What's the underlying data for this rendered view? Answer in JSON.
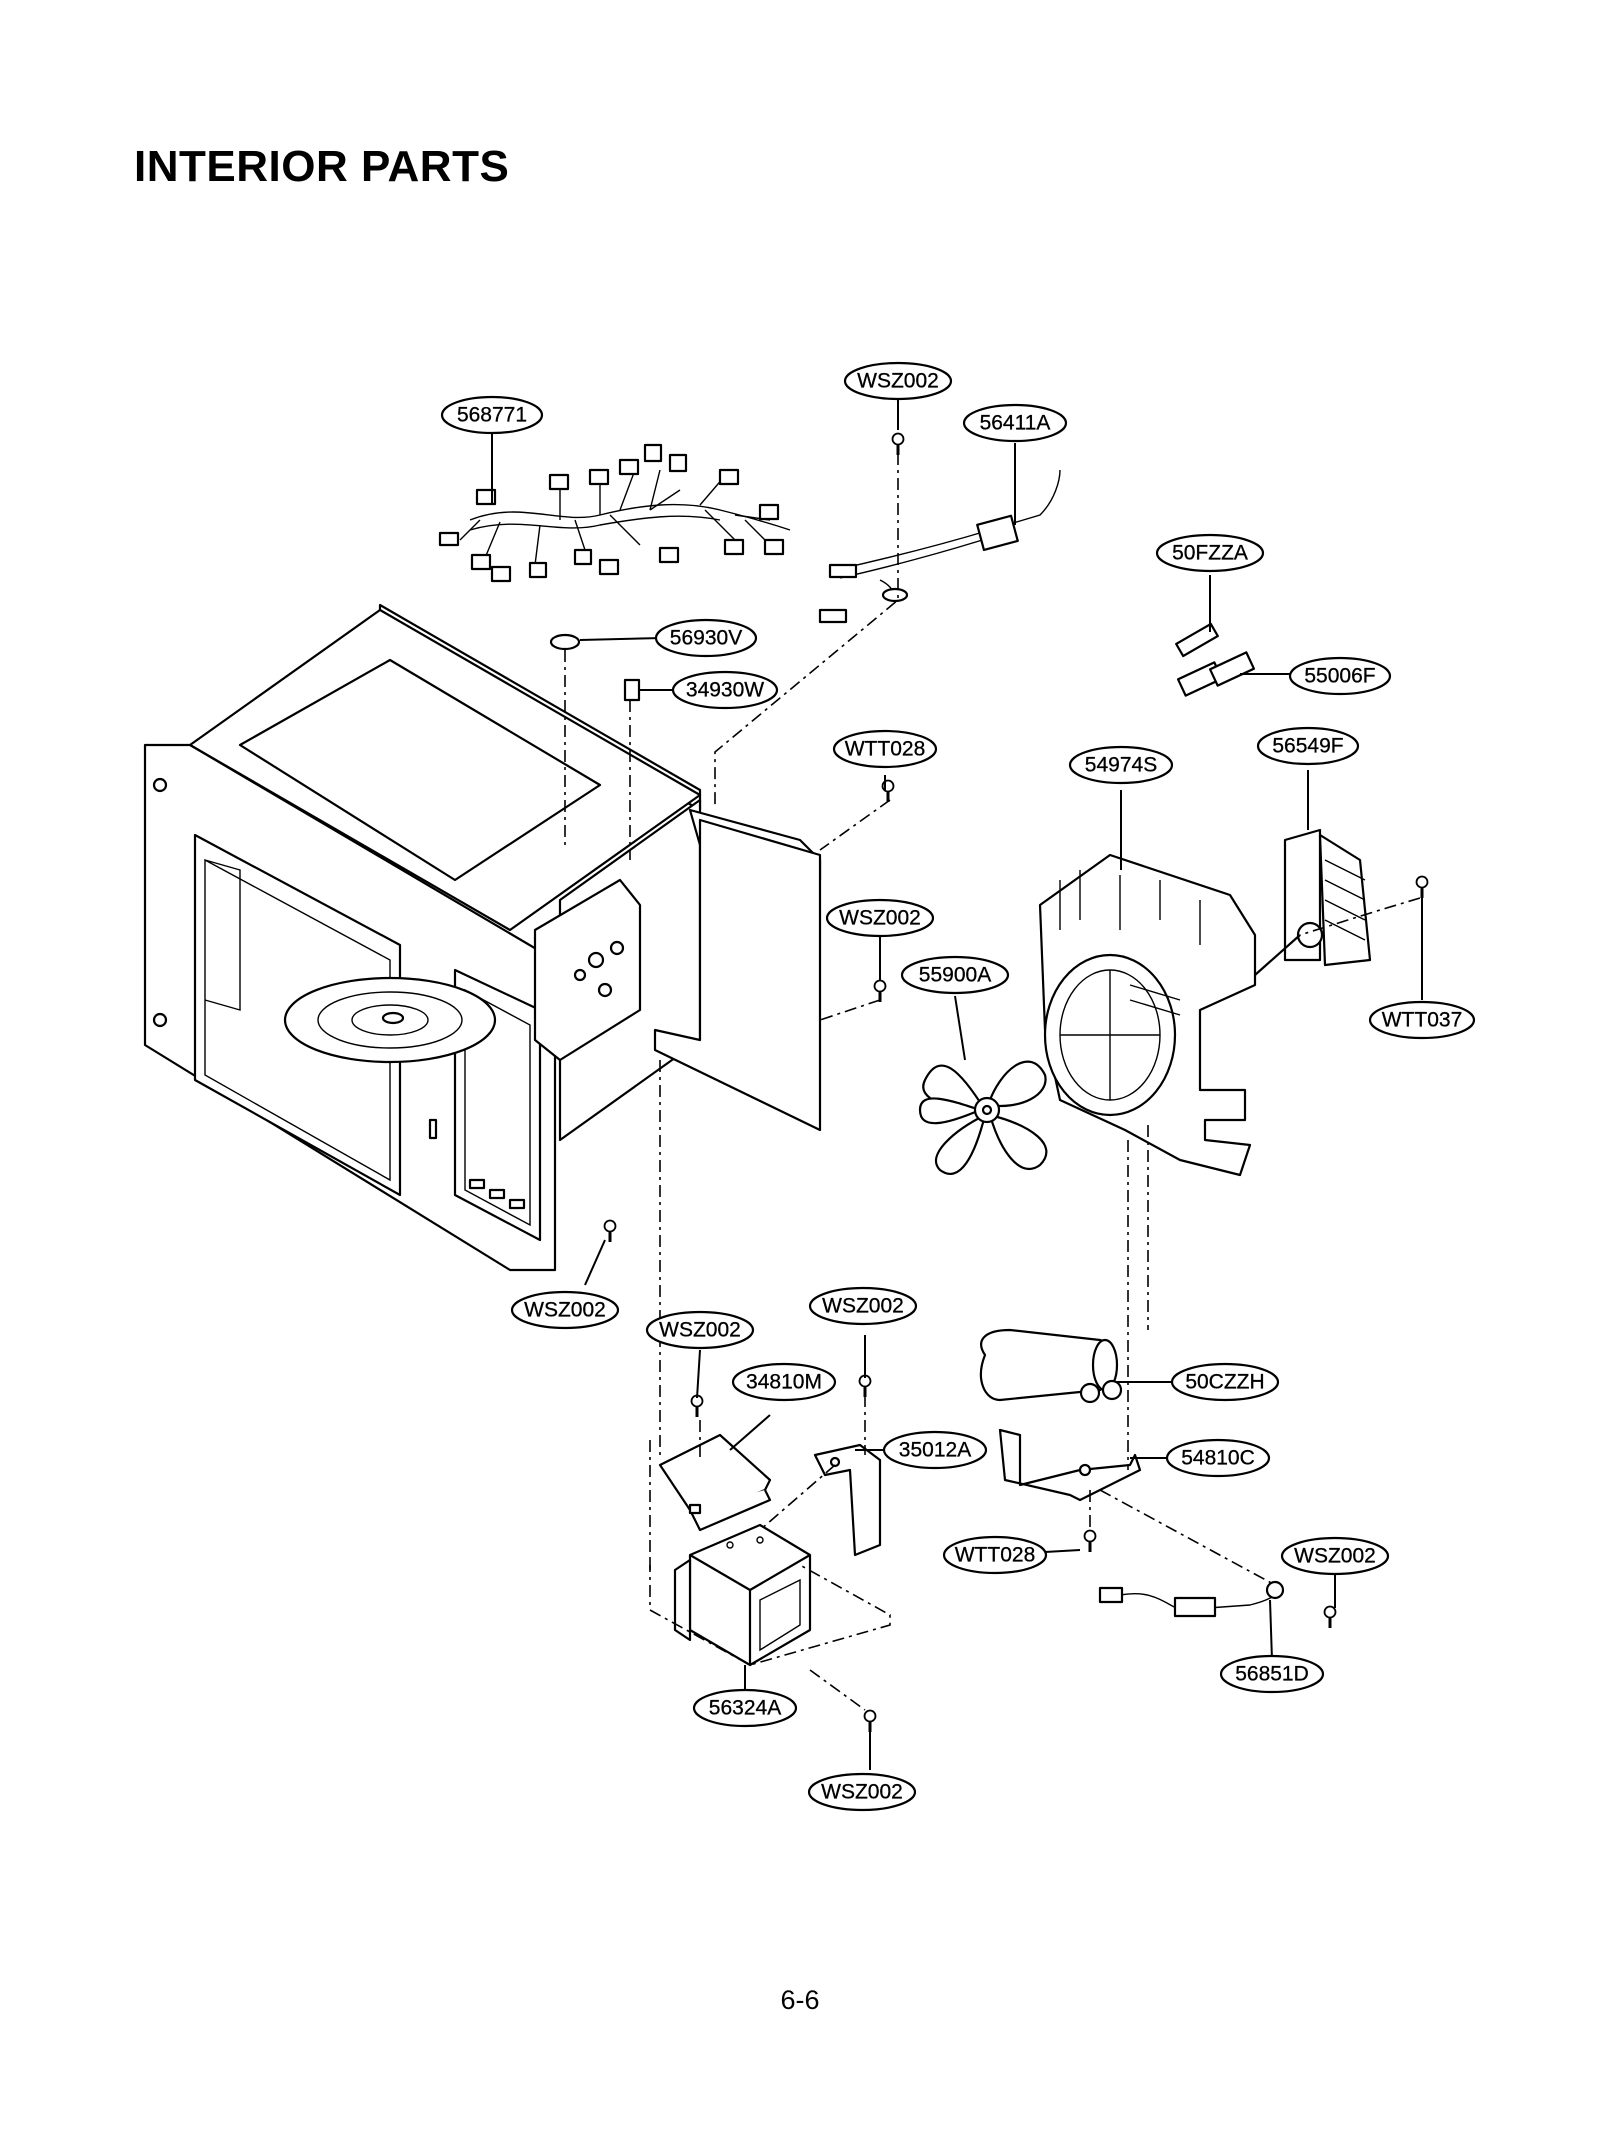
{
  "page": {
    "title": "INTERIOR PARTS",
    "page_number": "6-6"
  },
  "callouts": [
    {
      "id": "c-568771",
      "label": "568771"
    },
    {
      "id": "c-wsz002-top",
      "label": "WSZ002"
    },
    {
      "id": "c-56411a",
      "label": "56411A"
    },
    {
      "id": "c-50fzza",
      "label": "50FZZA"
    },
    {
      "id": "c-56930v",
      "label": "56930V"
    },
    {
      "id": "c-34930w",
      "label": "34930W"
    },
    {
      "id": "c-55006f",
      "label": "55006F"
    },
    {
      "id": "c-wtt028-upper",
      "label": "WTT028"
    },
    {
      "id": "c-54974s",
      "label": "54974S"
    },
    {
      "id": "c-56549f",
      "label": "56549F"
    },
    {
      "id": "c-wsz002-mid",
      "label": "WSZ002"
    },
    {
      "id": "c-55900a",
      "label": "55900A"
    },
    {
      "id": "c-wtt037",
      "label": "WTT037"
    },
    {
      "id": "c-wsz002-left",
      "label": "WSZ002"
    },
    {
      "id": "c-wsz002-bracket",
      "label": "WSZ002"
    },
    {
      "id": "c-wsz002-cap",
      "label": "WSZ002"
    },
    {
      "id": "c-34810m",
      "label": "34810M"
    },
    {
      "id": "c-50czzh",
      "label": "50CZZH"
    },
    {
      "id": "c-35012a",
      "label": "35012A"
    },
    {
      "id": "c-54810c",
      "label": "54810C"
    },
    {
      "id": "c-wtt028-lower",
      "label": "WTT028"
    },
    {
      "id": "c-wsz002-right",
      "label": "WSZ002"
    },
    {
      "id": "c-56851d",
      "label": "56851D"
    },
    {
      "id": "c-56324a",
      "label": "56324A"
    },
    {
      "id": "c-wsz002-bottom",
      "label": "WSZ002"
    }
  ]
}
